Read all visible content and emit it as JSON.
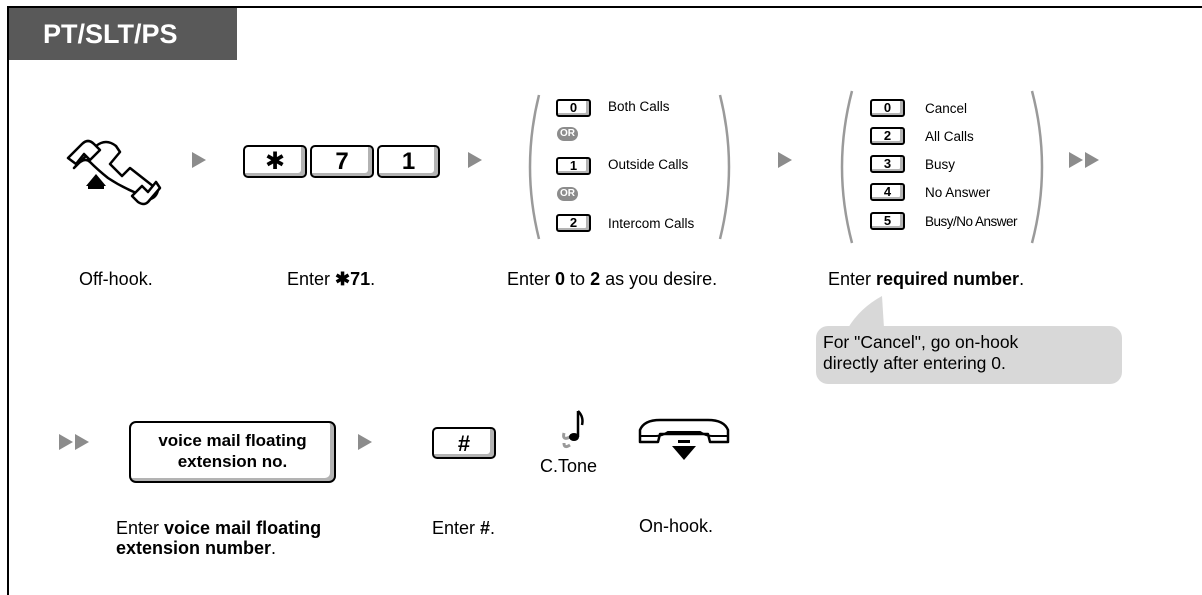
{
  "header": {
    "title": "PT/SLT/PS"
  },
  "keys": {
    "star": "✱",
    "seven": "7",
    "one": "1",
    "hash": "#"
  },
  "choice_group": [
    {
      "key": "0",
      "label": "Both Calls"
    },
    {
      "key": "1",
      "label": "Outside Calls"
    },
    {
      "key": "2",
      "label": "Intercom Calls"
    }
  ],
  "or_label": "OR",
  "number_group": [
    {
      "key": "0",
      "label": "Cancel"
    },
    {
      "key": "2",
      "label": "All Calls"
    },
    {
      "key": "3",
      "label": "Busy"
    },
    {
      "key": "4",
      "label": "No Answer"
    },
    {
      "key": "5",
      "label": "Busy/No Answer"
    }
  ],
  "steps": {
    "off_hook": "Off-hook.",
    "enter_code_prefix": "Enter ",
    "enter_code_value": "✱71",
    "enter_code_suffix": ".",
    "enter_range_prefix": "Enter ",
    "enter_range_from": "0",
    "enter_range_mid": " to ",
    "enter_range_to": "2",
    "enter_range_suffix": " as you desire.",
    "enter_required_prefix": "Enter ",
    "enter_required_bold": "required number",
    "enter_required_suffix": ".",
    "enter_vm_prefix": "Enter ",
    "enter_vm_bold_line1": "voice mail floating",
    "enter_vm_bold_line2": "extension number",
    "enter_vm_suffix": ".",
    "enter_hash_prefix": "Enter ",
    "enter_hash_bold": "#",
    "enter_hash_suffix": ".",
    "on_hook": "On-hook."
  },
  "note": {
    "line1": "For \"Cancel\", go on-hook",
    "line2": "directly after entering 0."
  },
  "vm_box": {
    "line1": "voice mail floating",
    "line2": "extension no."
  },
  "tone_label": "C.Tone"
}
